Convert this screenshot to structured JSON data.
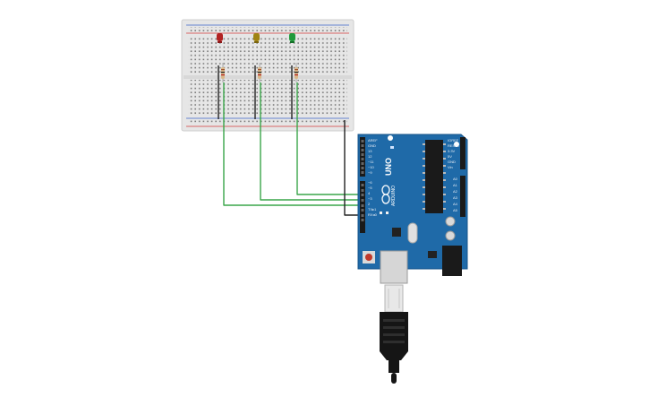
{
  "arduino": {
    "model_label": "UNO",
    "brand_label": "ARDUINO",
    "digital_header_labels": [
      "~6",
      "~5",
      "4",
      "~3",
      "2",
      "TX▸1",
      "RX◂0"
    ],
    "power_header_labels": [
      "IOREF",
      "RESET",
      "3.3V",
      "5V",
      "GND",
      "GND",
      "Vin"
    ],
    "analog_header_labels": [
      "A0",
      "A1",
      "A2",
      "A3",
      "A4",
      "A5"
    ],
    "left_header_labels": [
      "8",
      "~9",
      "~10",
      "~11",
      "12",
      "13",
      "GND",
      "AREF"
    ]
  },
  "leds": [
    {
      "color_name": "red",
      "color": "#b22222"
    },
    {
      "color_name": "yellow",
      "color": "#a08312"
    },
    {
      "color_name": "green",
      "color": "#1f9a3a"
    }
  ],
  "wire_colors": {
    "signal": "#3aa64a",
    "ground": "#222222"
  },
  "breadboard": {
    "body_color": "#e6e6e6",
    "rail_red": "#d33b3b",
    "rail_blue": "#3b63c8"
  },
  "board_color": "#1f6aa8"
}
